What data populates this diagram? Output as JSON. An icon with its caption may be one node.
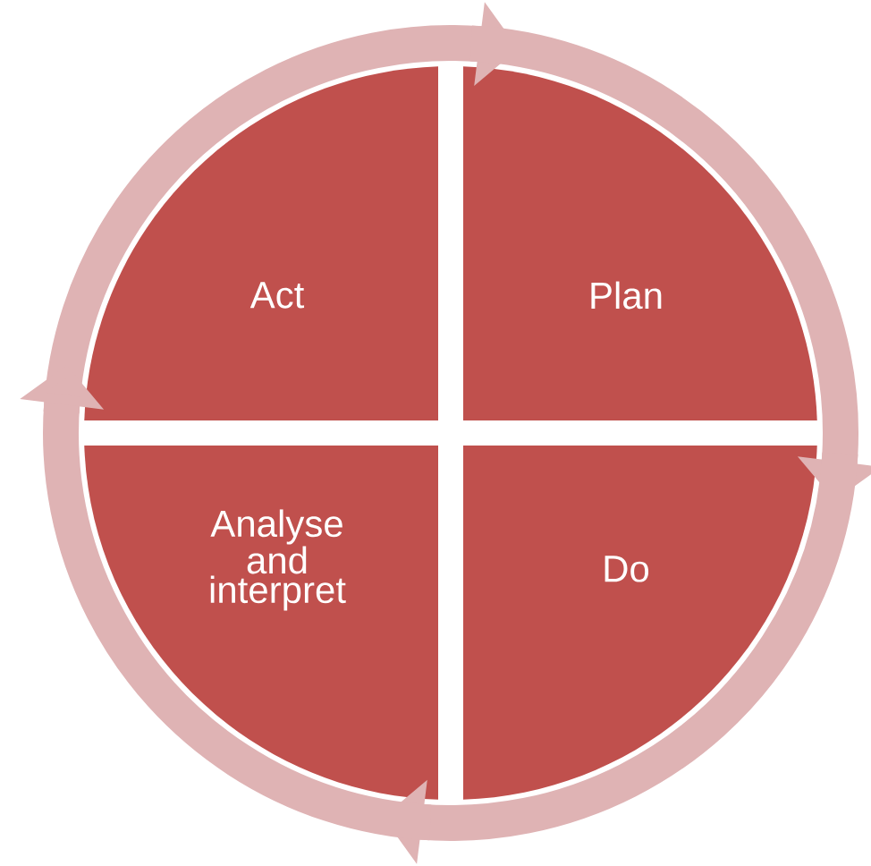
{
  "diagram": {
    "nodes": [
      {
        "text": [
          "Act"
        ]
      },
      {
        "text": [
          "Plan"
        ]
      },
      {
        "text": [
          "Analyse and interpret"
        ]
      },
      {
        "text": [
          "Do"
        ]
      }
    ],
    "edges": [
      {
        "from": 0,
        "to": 1,
        "arrow": "to"
      },
      {
        "from": 1,
        "to": 3,
        "arrow": "to"
      },
      {
        "from": 3,
        "to": 2,
        "arrow": "to"
      },
      {
        "from": 2,
        "to": 0,
        "arrow": "to"
      }
    ]
  }
}
